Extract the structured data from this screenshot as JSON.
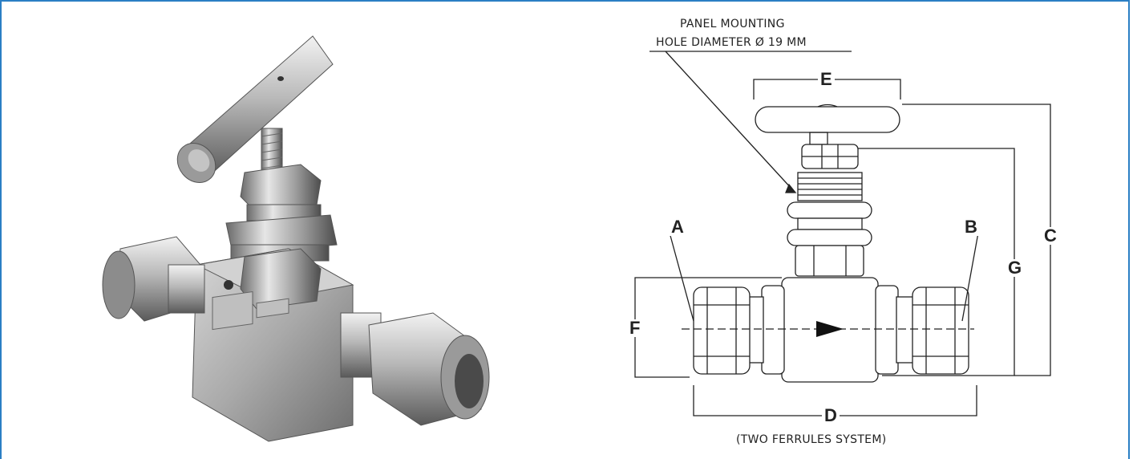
{
  "drawing": {
    "panel_note_line1": "PANEL MOUNTING",
    "panel_note_line2": "HOLE DIAMETER Ø 19 MM",
    "ferrule_note": "(TWO FERRULES SYSTEM)",
    "labels": {
      "a": "A",
      "b": "B",
      "c": "C",
      "d": "D",
      "e": "E",
      "f": "F",
      "g": "G"
    }
  },
  "colors": {
    "border": "#2b7fc4",
    "line": "#222222"
  }
}
